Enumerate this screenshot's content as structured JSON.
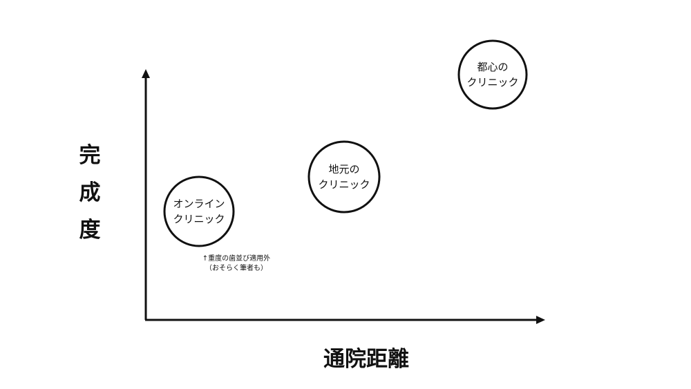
{
  "colors": {
    "ink": "#111111",
    "background": "#ffffff"
  },
  "axes": {
    "y_title": [
      "完",
      "成",
      "度"
    ],
    "x_title": "通院距離"
  },
  "nodes": {
    "online": {
      "line1": "オンライン",
      "line2": "クリニック"
    },
    "local": {
      "line1": "地元の",
      "line2": "クリニック"
    },
    "urban": {
      "line1": "都心の",
      "line2": "クリニック"
    }
  },
  "note": {
    "line1": "↑重度の歯並び適用外",
    "line2": "（おそらく筆者も）"
  }
}
